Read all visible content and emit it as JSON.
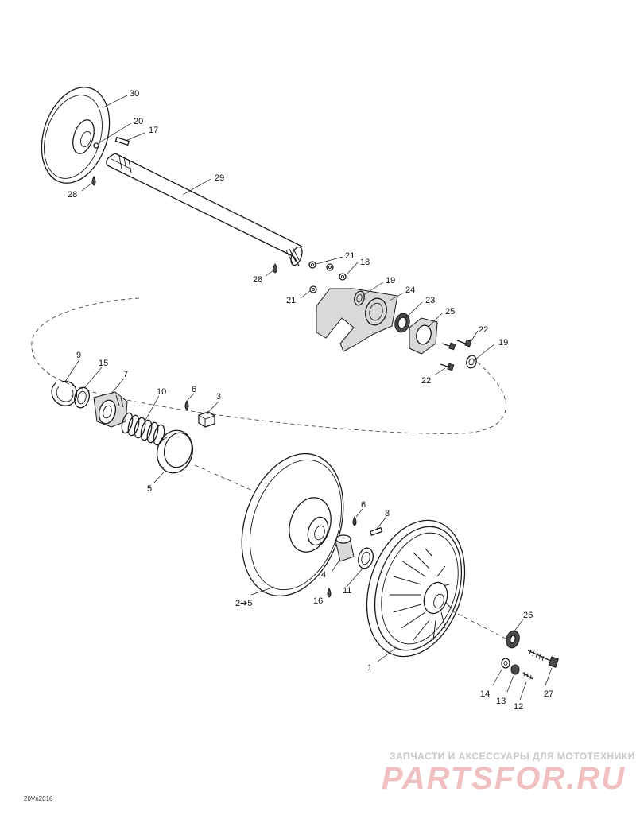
{
  "diagram": {
    "callouts": {
      "c30": "30",
      "c20": "20",
      "c17": "17",
      "c29": "29",
      "c28a": "28",
      "c28b": "28",
      "c21a": "21",
      "c21b": "21",
      "c18": "18",
      "c19a": "19",
      "c24": "24",
      "c23": "23",
      "c25": "25",
      "c22a": "22",
      "c22b": "22",
      "c19b": "19",
      "c9": "9",
      "c15": "15",
      "c7": "7",
      "c10": "10",
      "c6a": "6",
      "c3": "3",
      "c5": "5",
      "c6b": "6",
      "c8": "8",
      "c4": "4",
      "c11": "11",
      "c2to5": "2➔5",
      "c16": "16",
      "c26": "26",
      "c1": "1",
      "c27": "27",
      "c14": "14",
      "c13": "13",
      "c12": "12"
    },
    "drawing_code": "20Vn2016"
  },
  "watermark": {
    "line1": "ЗАПЧАСТИ И АКСЕССУАРЫ ДЛЯ МОТОТЕХНИКИ",
    "line2": "PARTSFOR.RU"
  }
}
